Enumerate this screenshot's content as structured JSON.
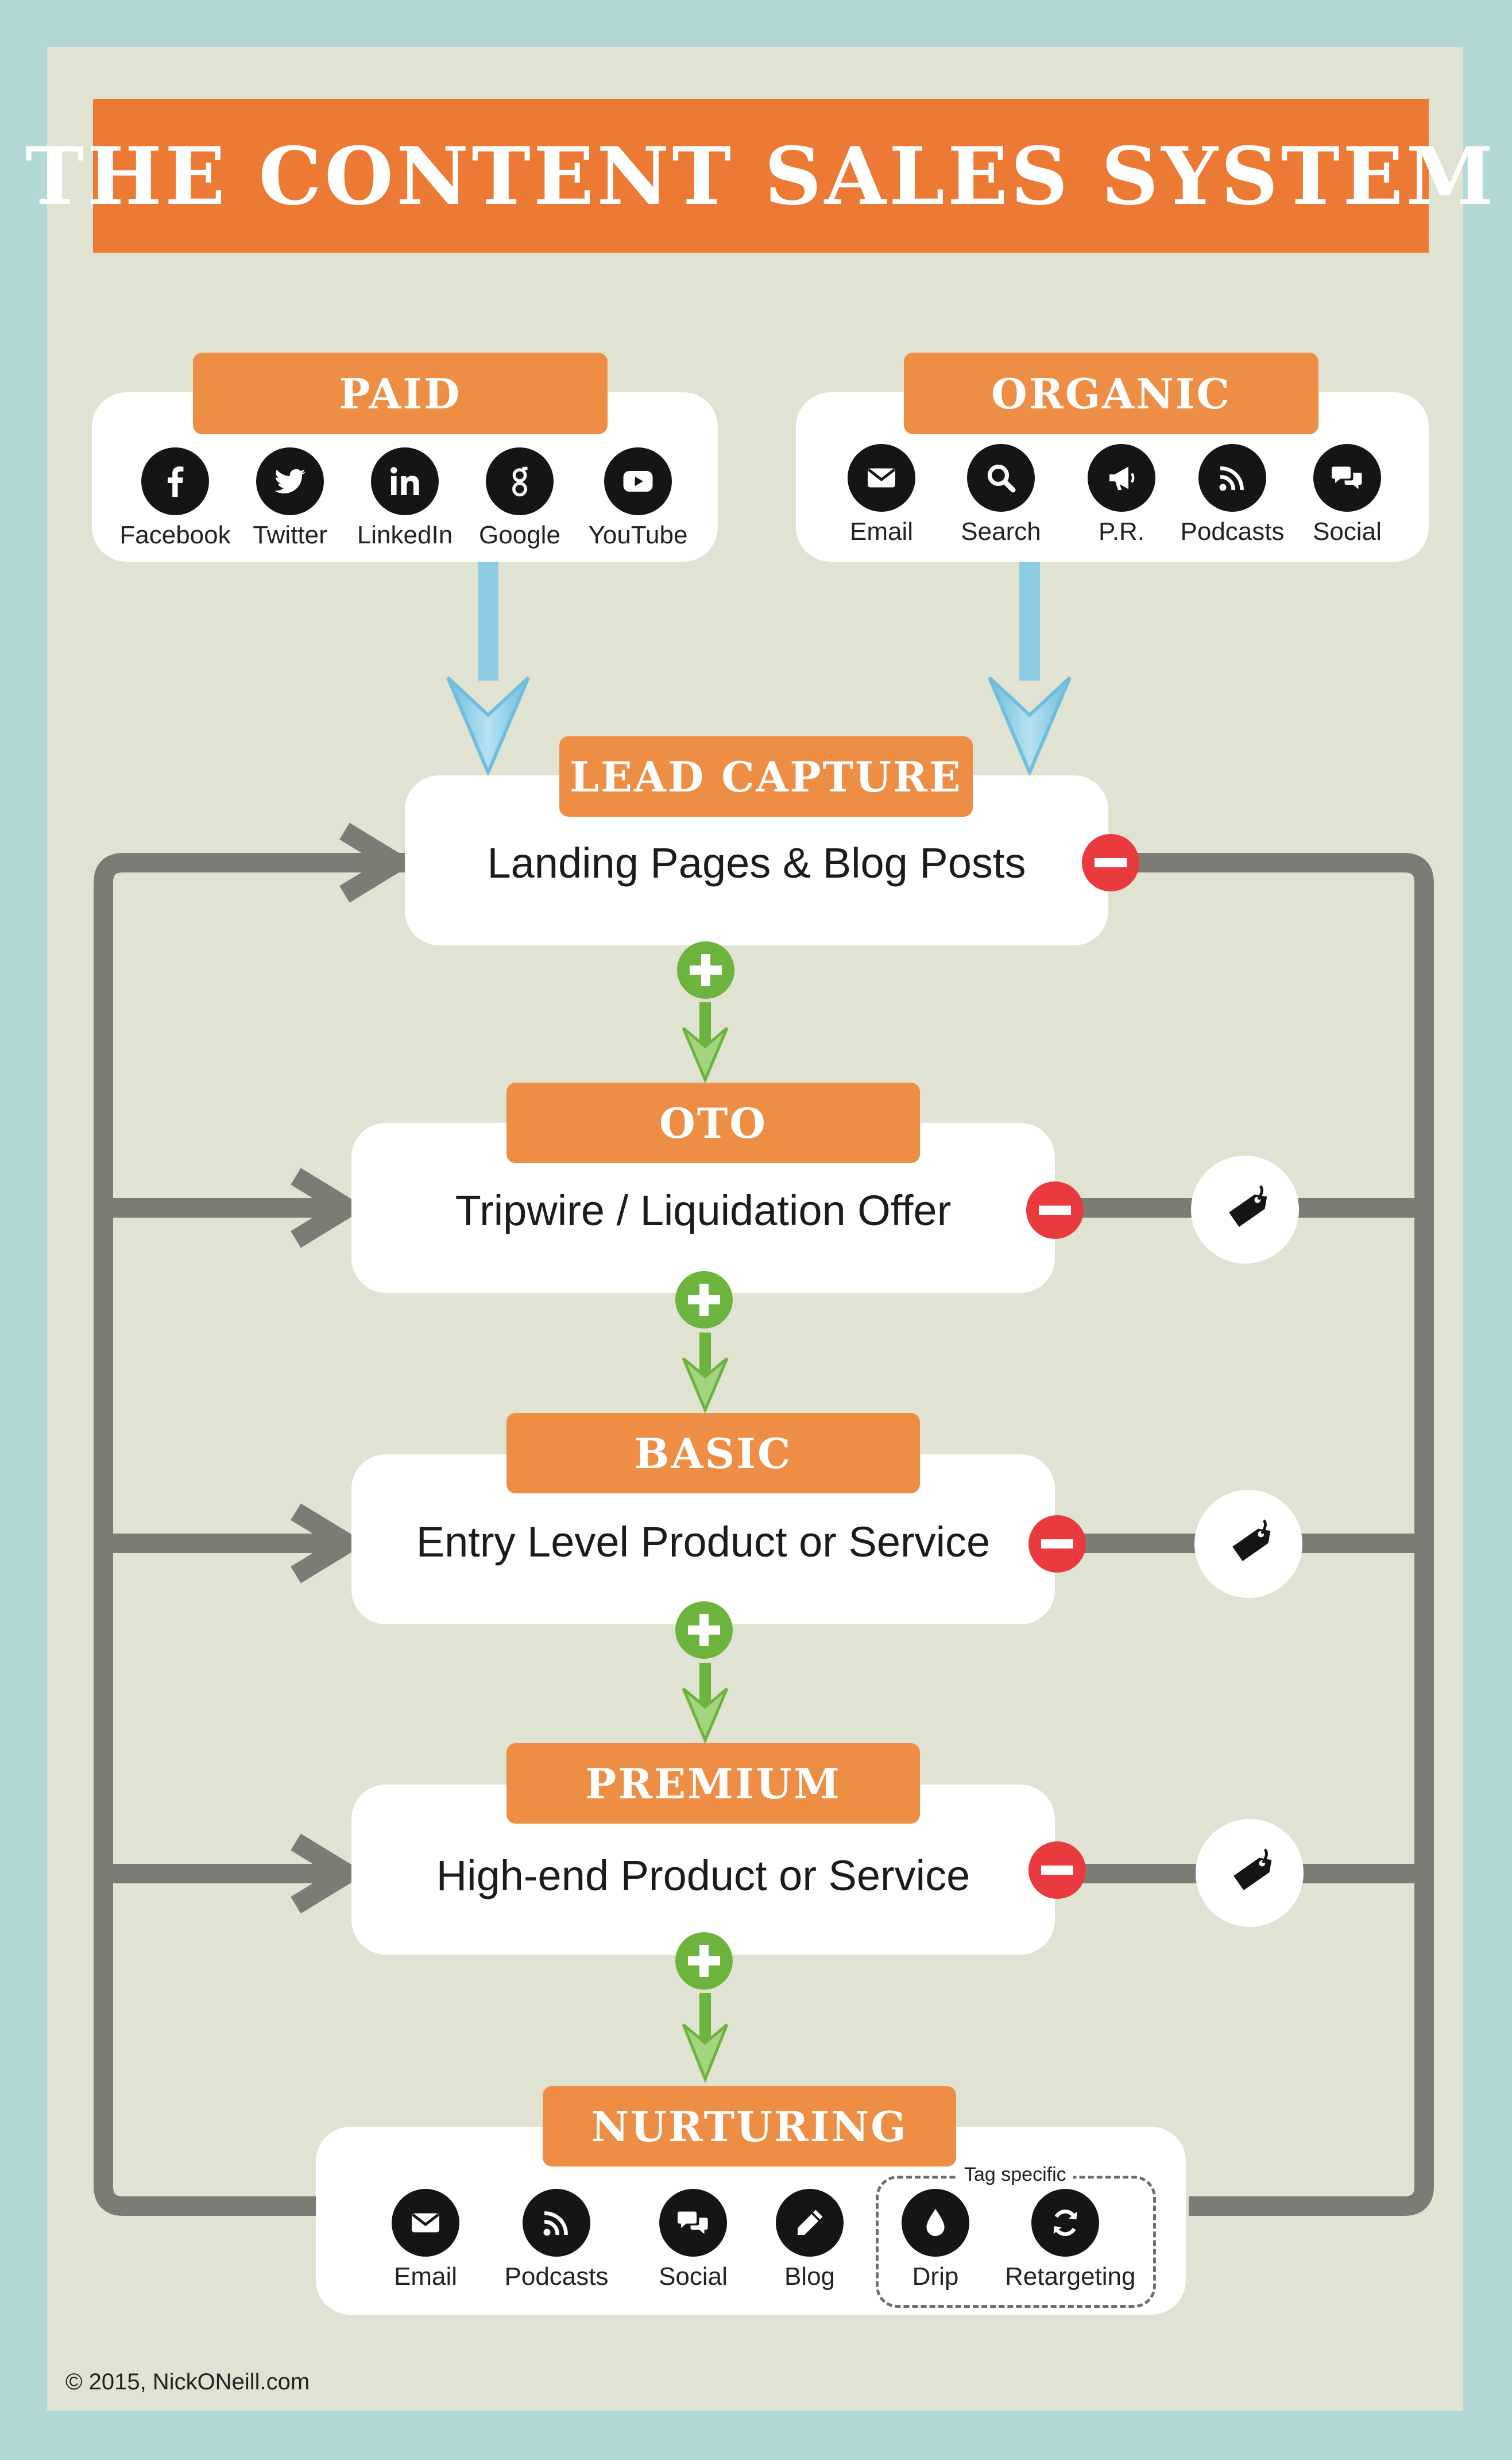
{
  "title": "THE CONTENT SALES SYSTEM",
  "sources": {
    "paid": {
      "label": "PAID",
      "items": [
        {
          "label": "Facebook",
          "icon": "facebook-icon"
        },
        {
          "label": "Twitter",
          "icon": "twitter-icon"
        },
        {
          "label": "LinkedIn",
          "icon": "linkedin-icon"
        },
        {
          "label": "Google",
          "icon": "google-icon"
        },
        {
          "label": "YouTube",
          "icon": "youtube-icon"
        }
      ]
    },
    "organic": {
      "label": "ORGANIC",
      "items": [
        {
          "label": "Email",
          "icon": "email-icon"
        },
        {
          "label": "Search",
          "icon": "search-icon"
        },
        {
          "label": "P.R.",
          "icon": "megaphone-icon"
        },
        {
          "label": "Podcasts",
          "icon": "rss-icon"
        },
        {
          "label": "Social",
          "icon": "chat-icon"
        }
      ]
    }
  },
  "stages": [
    {
      "label": "LEAD CAPTURE",
      "text": "Landing Pages & Blog Posts"
    },
    {
      "label": "OTO",
      "text": "Tripwire / Liquidation Offer"
    },
    {
      "label": "BASIC",
      "text": "Entry Level Product or Service"
    },
    {
      "label": "PREMIUM",
      "text": "High-end Product or Service"
    }
  ],
  "nurturing": {
    "label": "NURTURING",
    "items": [
      {
        "label": "Email",
        "icon": "email-icon"
      },
      {
        "label": "Podcasts",
        "icon": "rss-icon"
      },
      {
        "label": "Social",
        "icon": "chat-icon"
      },
      {
        "label": "Blog",
        "icon": "pencil-icon"
      }
    ],
    "tag_specific": {
      "label": "Tag specific",
      "items": [
        {
          "label": "Drip",
          "icon": "drop-icon"
        },
        {
          "label": "Retargeting",
          "icon": "refresh-icon"
        }
      ]
    }
  },
  "footer": "© 2015, NickONeill.com",
  "colors": {
    "background": "#b2d9d8",
    "panel": "#e0e3d1",
    "title_bar": "#ed7a34",
    "label": "#ee8d44",
    "line": "#7c7c74",
    "source_arrow": "#8dcbe3",
    "plus": "#6db43f",
    "minus": "#e93a40"
  }
}
